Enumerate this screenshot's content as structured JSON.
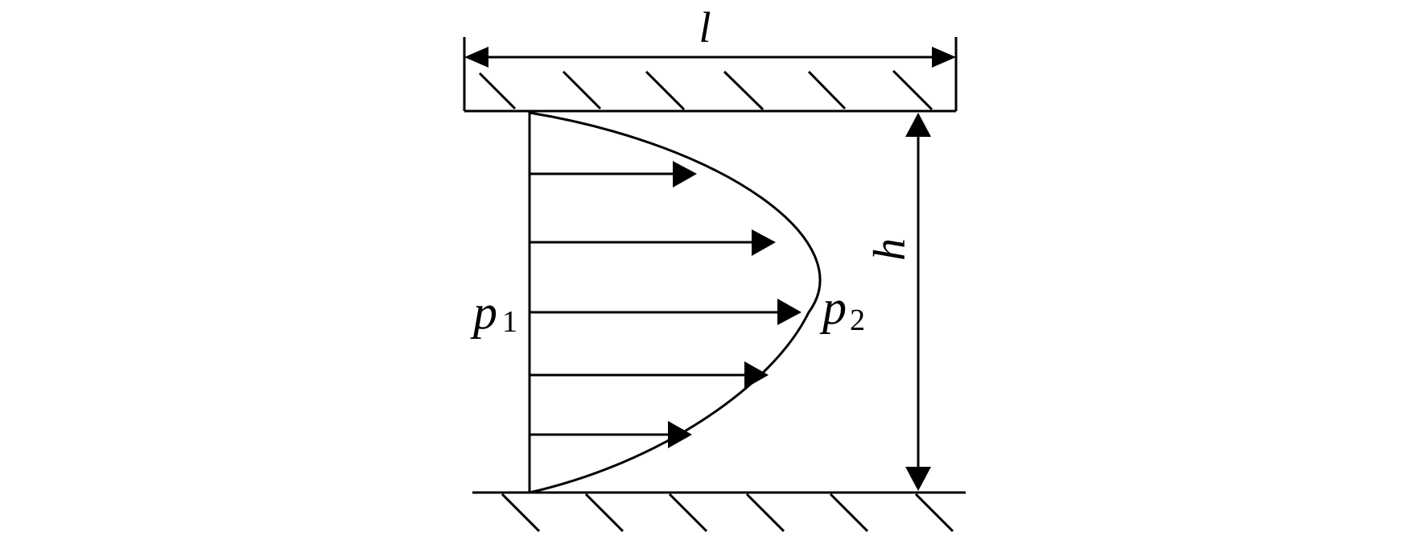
{
  "labels": {
    "length": "l",
    "height": "h",
    "p1_main": "p",
    "p1_sub": "1",
    "p2_main": "p",
    "p2_sub": "2"
  },
  "velocity_arrow_count": 5,
  "colors": {
    "stroke": "#000000",
    "background": "#ffffff"
  }
}
